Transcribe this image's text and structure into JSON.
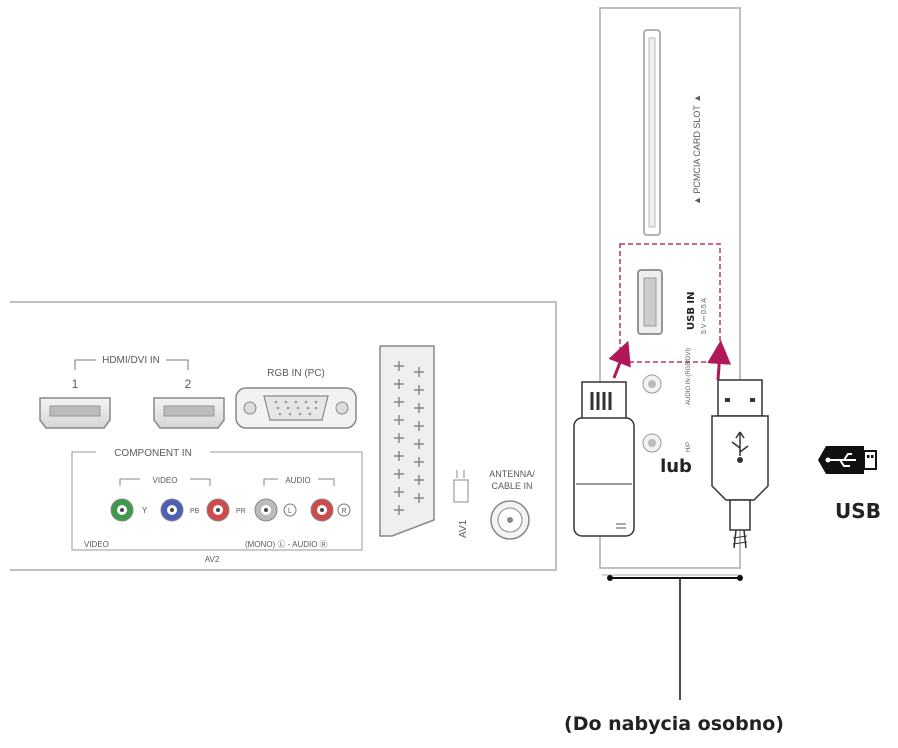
{
  "panel": {
    "hdmi_label": "HDMI/DVI IN",
    "hdmi_port_1": "1",
    "hdmi_port_2": "2",
    "rgb_label": "RGB IN (PC)",
    "component_label": "COMPONENT IN",
    "video_label": "VIDEO",
    "audio_label": "AUDIO",
    "y_label": "Y",
    "pb_label": "PB",
    "pr_label": "PR",
    "l_label": "L",
    "r_label": "R",
    "video_bottom_label": "VIDEO",
    "av2_label": "AV2",
    "mono_audio_label": "(MONO) Ⓛ - AUDIO Ⓡ",
    "av1_label": "AV1",
    "antenna_label_1": "ANTENNA/",
    "antenna_label_2": "CABLE IN"
  },
  "side_panel": {
    "pcmcia_label": "▲ PCMCIA CARD SLOT ▲",
    "usb_in_label": "USB IN",
    "usb_rating": "5 V ⎓ 0.5 A",
    "audio_in_label": "AUDIO IN (RGB/DVI)",
    "hp_label": "H/P"
  },
  "devices": {
    "or_label": "lub",
    "usb_label": "USB",
    "caption": "(Do nabycia osobno)"
  },
  "colors": {
    "outline": "#9a9a9a",
    "dashed_highlight": "#c0306a",
    "arrow": "#b0185a",
    "y_jack": "#3e9a4a",
    "pb_jack": "#4a5fb5",
    "pr_jack": "#cf4a4a",
    "audio_l_jack": "#bbbbbb",
    "audio_r_jack": "#cf4a4a"
  }
}
